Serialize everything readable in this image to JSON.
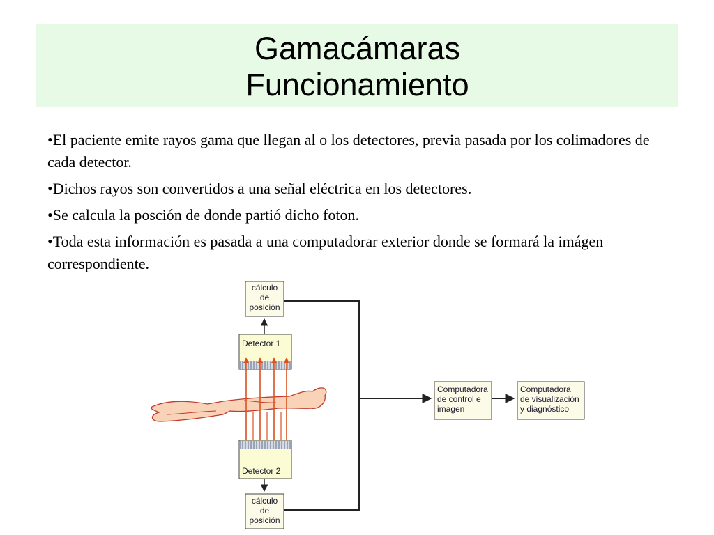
{
  "title": {
    "line1": "Gamacámaras",
    "line2": "Funcionamiento"
  },
  "bullets": [
    "•El paciente emite rayos gama que llegan al o los detectores, previa pasada por los colimadores de cada detector.",
    "•Dichos rayos son convertidos a una señal eléctrica en los detectores.",
    "•Se calcula la posción de donde partió dicho foton.",
    "•Toda esta información es pasada a una computadorar exterior donde se formará la imágen correspondiente."
  ],
  "diagram": {
    "calc_top": [
      "cálculo",
      "de",
      "posición"
    ],
    "detector1": "Detector 1",
    "detector2": "Detector 2",
    "calc_bottom": [
      "cálculo",
      "de",
      "posición"
    ],
    "computer_control": [
      "Computadora",
      "de control e",
      "imagen"
    ],
    "computer_visual": [
      "Computadora",
      "de visualización",
      "y diagnóstico"
    ]
  },
  "colors": {
    "title_bg": "#e6fae6",
    "box_fill": "#fbfbe8",
    "detector_fill": "#fbfbd4",
    "ray_color": "#d9531e",
    "body_fill": "#f9d3b8",
    "body_stroke": "#c0392b"
  }
}
